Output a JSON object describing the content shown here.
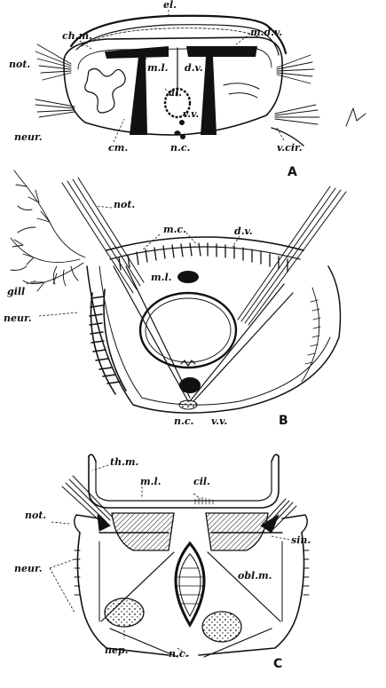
{
  "figure": {
    "panels": [
      {
        "letter": "A",
        "labels": {
          "el": "el.",
          "chm": "ch.m.",
          "mdv": "m.d.v.",
          "not": "not.",
          "ml": "m.l.",
          "dv": "d.v.",
          "al": "al.",
          "vv": "v.v.",
          "neur": "neur.",
          "cm": "cm.",
          "nc": "n.c.",
          "vcir": "v.cir."
        }
      },
      {
        "letter": "B",
        "labels": {
          "not": "not.",
          "mc": "m.c.",
          "dv": "d.v.",
          "ml": "m.l.",
          "gill": "gill",
          "neur": "neur.",
          "nc": "n.c.",
          "vv": "v.v."
        }
      },
      {
        "letter": "C",
        "labels": {
          "thm": "th.m.",
          "ml": "m.l.",
          "cil": "cil.",
          "not": "not.",
          "sin": "sin.",
          "oblm": "obl.m.",
          "neur": "neur.",
          "nep": "nep.",
          "nc": "n.c."
        }
      }
    ]
  }
}
